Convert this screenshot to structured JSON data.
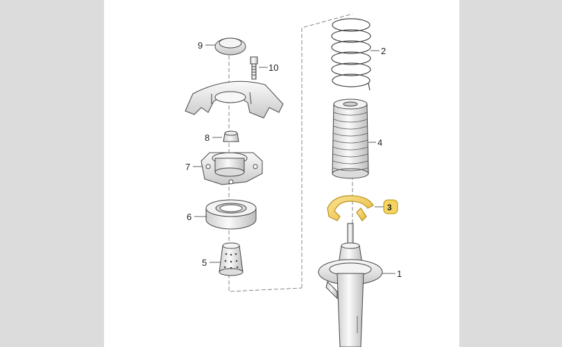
{
  "diagram": {
    "callouts": [
      {
        "id": "1",
        "label": "1",
        "highlighted": false
      },
      {
        "id": "2",
        "label": "2",
        "highlighted": false
      },
      {
        "id": "3",
        "label": "3",
        "highlighted": true
      },
      {
        "id": "4",
        "label": "4",
        "highlighted": false
      },
      {
        "id": "5",
        "label": "5",
        "highlighted": false
      },
      {
        "id": "6",
        "label": "6",
        "highlighted": false
      },
      {
        "id": "7",
        "label": "7",
        "highlighted": false
      },
      {
        "id": "8",
        "label": "8",
        "highlighted": false
      },
      {
        "id": "9",
        "label": "9",
        "highlighted": false
      },
      {
        "id": "10",
        "label": "10",
        "highlighted": false
      }
    ]
  },
  "colors": {
    "background": "#dcdcdc",
    "canvas": "#ffffff",
    "part_fill": "#f2f2f2",
    "part_stroke": "#444444",
    "highlight_fill": "#f4d35e",
    "highlight_stroke": "#b8901c"
  }
}
